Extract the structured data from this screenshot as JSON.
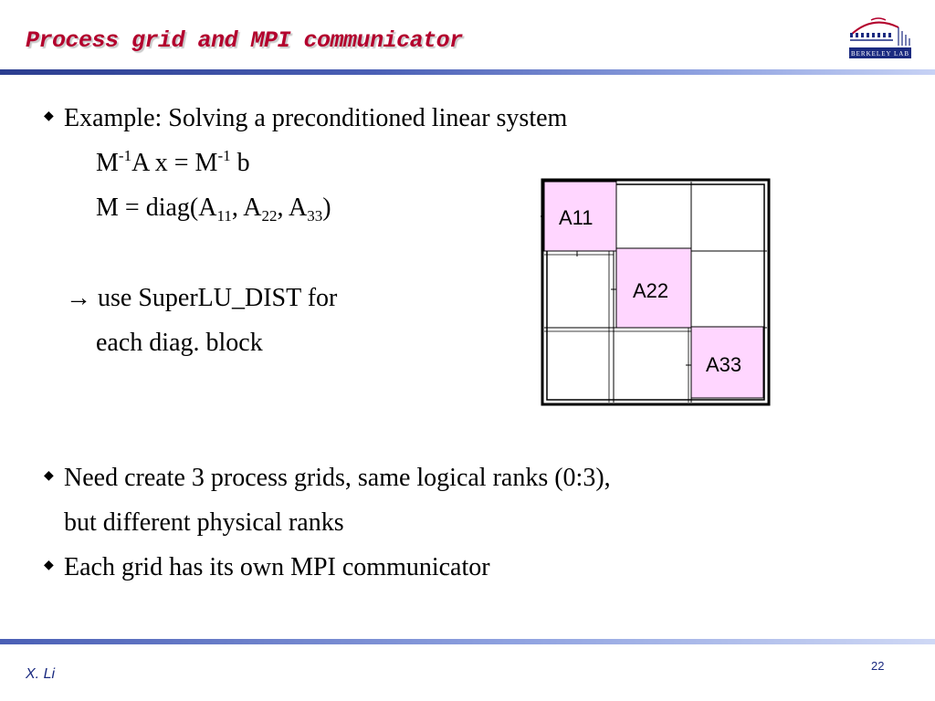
{
  "title": "Process grid and MPI communicator",
  "logo": {
    "label": "BERKELEY LAB"
  },
  "bullets": [
    {
      "text": "Example:  Solving a preconditioned linear system"
    },
    {
      "line1": "Need create 3 process grids, same logical ranks (0:3),",
      "line2": "but different physical ranks"
    },
    {
      "text": "Each grid has its own MPI communicator"
    }
  ],
  "equation1": {
    "m": "M",
    "exp1": "-1",
    "mid": "A x = M",
    "exp2": "-1",
    "end": " b"
  },
  "equation2": {
    "start": "M = diag(A",
    "sub1": "11",
    "sep1": ", A",
    "sub2": "22",
    "sep2": ", A",
    "sub3": "33",
    "end": ")"
  },
  "arrow_line": {
    "arrow": "→",
    "text": " use SuperLU_DIST for"
  },
  "arrow_line2": "each diag. block",
  "grid": {
    "blocks": [
      "A11",
      "A22",
      "A33"
    ],
    "highlight_color": "#ffd6ff"
  },
  "footer": {
    "author": "X. Li",
    "page": "22"
  }
}
